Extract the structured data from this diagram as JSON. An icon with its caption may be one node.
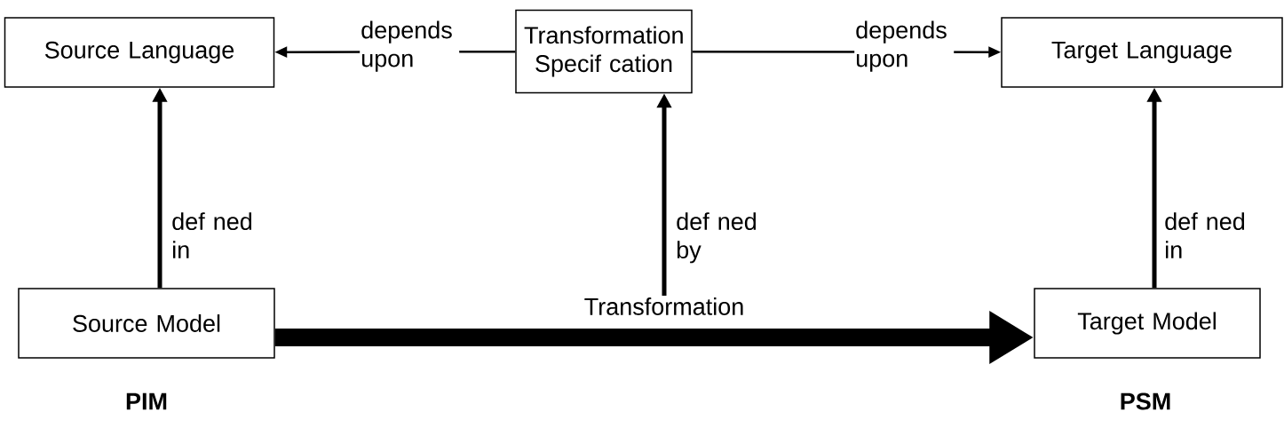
{
  "diagram": {
    "nodes": [
      {
        "text": [
          "Source Language"
        ]
      },
      {
        "text": [
          "Transformation Specif cation"
        ]
      },
      {
        "text": [
          "Target Language"
        ]
      },
      {
        "text": [
          "Source Model"
        ],
        "beside": [
          "PIM"
        ]
      },
      {
        "text": [
          "Target Model"
        ],
        "beside": [
          "PSM"
        ]
      },
      {
        "text": [
          "Transformation"
        ]
      }
    ],
    "edges": [
      {
        "from": 1,
        "to": 0,
        "arrow": "to",
        "label": "depends upon"
      },
      {
        "from": 1,
        "to": 2,
        "arrow": "to",
        "label": "depends upon"
      },
      {
        "from": 3,
        "to": 0,
        "arrow": "to",
        "label": "def ned in"
      },
      {
        "from": 5,
        "to": 1,
        "arrow": "to",
        "label": "def ned by"
      },
      {
        "from": 4,
        "to": 2,
        "arrow": "to",
        "label": "def ned in"
      },
      {
        "from": 3,
        "to": 4,
        "arrow": "to",
        "style": "thick"
      }
    ]
  }
}
